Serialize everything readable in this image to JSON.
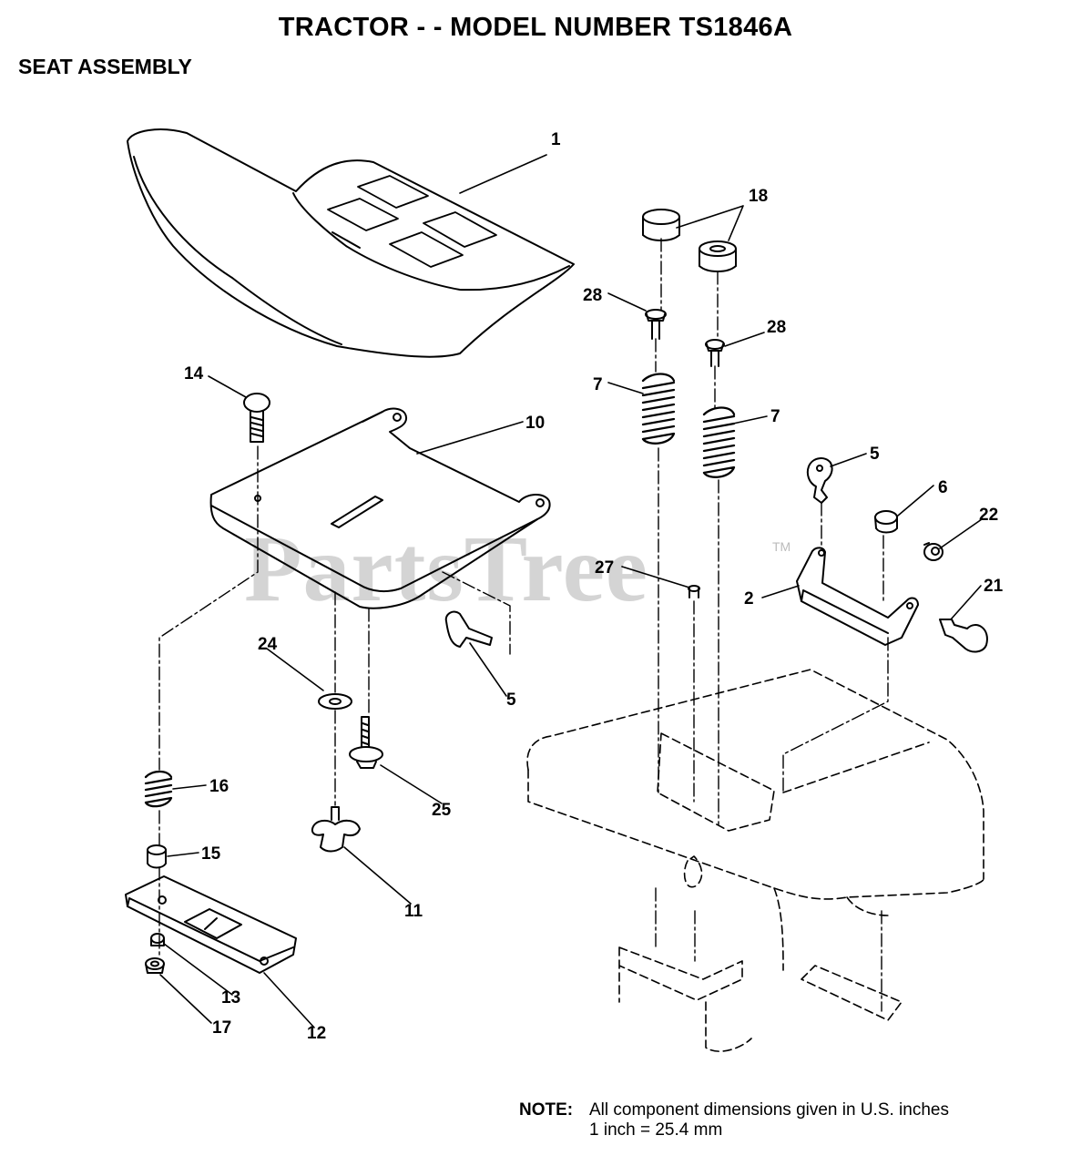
{
  "title": "TRACTOR - - MODEL NUMBER TS1846A",
  "subtitle": "SEAT ASSEMBLY",
  "watermark": "PartsTree",
  "watermark_mark": "TM",
  "note": {
    "label": "NOTE:",
    "line1": "All component dimensions given in U.S. inches",
    "line2": "1 inch = 25.4 mm"
  },
  "callouts": [
    "1",
    "18",
    "28",
    "28",
    "14",
    "7",
    "10",
    "7",
    "5",
    "6",
    "22",
    "27",
    "2",
    "21",
    "24",
    "5",
    "25",
    "16",
    "15",
    "11",
    "13",
    "12",
    "17"
  ]
}
